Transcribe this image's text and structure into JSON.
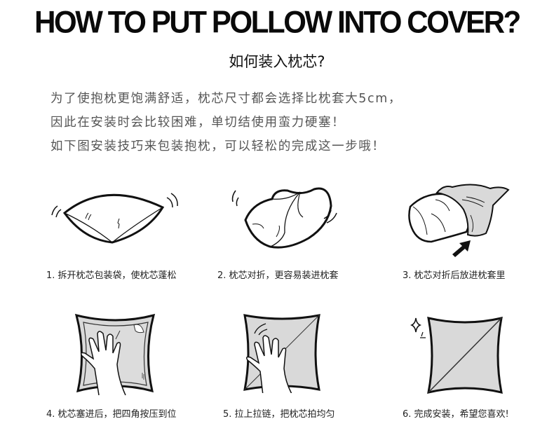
{
  "header": {
    "title": "HOW TO PUT POLLOW INTO COVER?",
    "subtitle": "如何装入枕芯?"
  },
  "intro": {
    "lines": [
      "为了使抱枕更饱满舒适，枕芯尺寸都会选择比枕套大5cm，",
      "因此在安装时会比较困难，单切结使用蛮力硬塞！",
      "如下图安装技巧来包装抱枕，可以轻松的完成这一步哦！"
    ]
  },
  "colors": {
    "fill_gray": "#d9d9d9",
    "line": "#111111",
    "intro_text": "#555555"
  },
  "steps": [
    {
      "number": "1",
      "caption": "1. 拆开枕芯包装袋，使枕芯蓬松",
      "icon": "pillow-fluff-icon"
    },
    {
      "number": "2",
      "caption": "2. 枕芯对折，更容易装进枕套",
      "icon": "pillow-fold-icon"
    },
    {
      "number": "3",
      "caption": "3. 枕芯对折后放进枕套里",
      "icon": "pillow-insert-icon"
    },
    {
      "number": "4",
      "caption": "4. 枕芯塞进后，把四角按压到位",
      "icon": "press-corners-icon"
    },
    {
      "number": "5",
      "caption": "5. 拉上拉链，把枕芯拍均匀",
      "icon": "zip-pat-icon"
    },
    {
      "number": "6",
      "caption": "6. 完成安装，希望您喜欢!",
      "icon": "finished-pillow-icon"
    }
  ]
}
